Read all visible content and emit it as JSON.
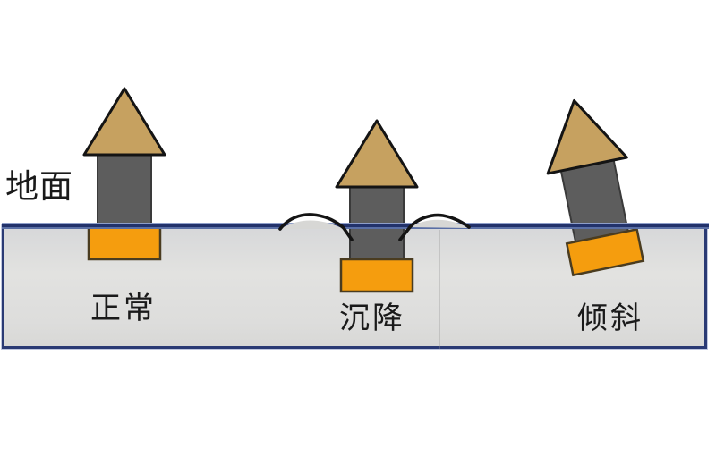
{
  "ground_label": "地面",
  "scenarios": [
    {
      "id": "normal",
      "label": "正常"
    },
    {
      "id": "settlement",
      "label": "沉降"
    },
    {
      "id": "tilt",
      "label": "倾斜"
    }
  ],
  "icons": {
    "arrow_normal": "up-arrow-pile-icon",
    "arrow_settlement": "sunken-up-arrow-pile-icon",
    "arrow_tilt": "tilted-up-arrow-pile-icon"
  },
  "colors": {
    "background": "#ffffff",
    "arrow_head": "#c6a160",
    "arrow_shaft": "#5d5d5d",
    "arrow_base": "#f59d0e",
    "outline": "#141414",
    "shaft_outline": "#3a3a3a",
    "base_outline": "#4a3c20",
    "ground_fill": "#dddddc",
    "ground_border": "#2a3a74",
    "ground_line_light": "#8e9ec9",
    "soil_bump_fill": "#d7d7d5",
    "label_color": "#1a1a1a"
  }
}
